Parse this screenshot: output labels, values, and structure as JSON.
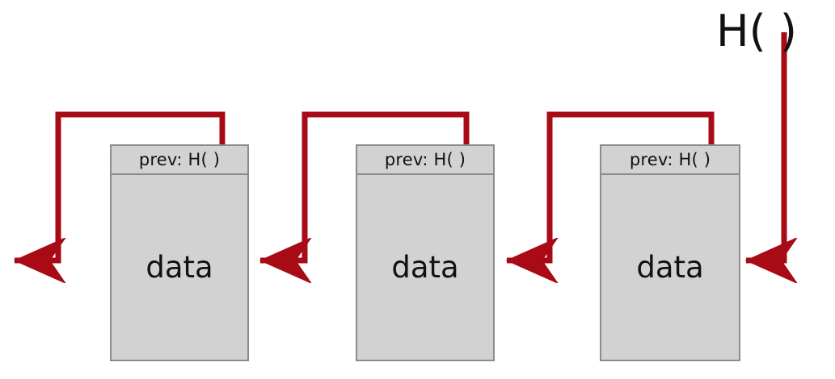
{
  "diagram": {
    "type": "hash-chain",
    "title_label": "H( )",
    "background_color": "#ffffff",
    "arrow_color": "#a80b15",
    "block_fill_color": "#d2d2d2",
    "block_border_color": "#8c8c8c",
    "text_color": "#111111",
    "blocks": [
      {
        "header_label": "prev: H( )",
        "body_label": "data"
      },
      {
        "header_label": "prev: H( )",
        "body_label": "data"
      },
      {
        "header_label": "prev: H( )",
        "body_label": "data"
      }
    ]
  }
}
